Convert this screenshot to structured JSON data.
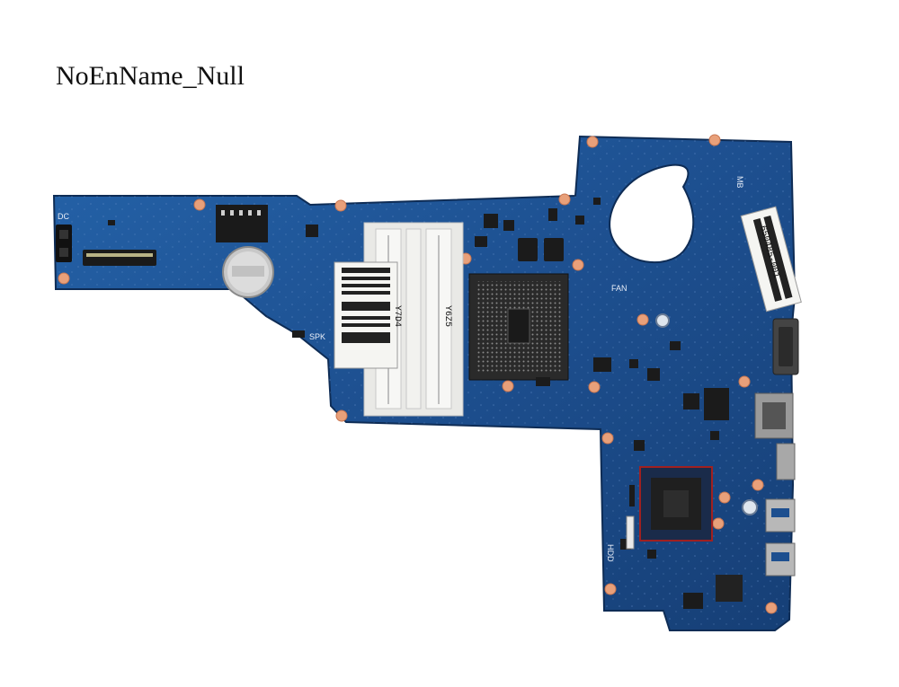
{
  "watermark": "NoEnName_Null",
  "silkscreen": {
    "dc": "DC",
    "spk": "SPK",
    "fan": "FAN",
    "hdd": "HDD",
    "mb": "MB"
  },
  "stickers": {
    "part_number": "650485-001",
    "memory_text_1": "Y7D4",
    "memory_text_2": "Y6Z5"
  },
  "colors": {
    "pcb": "#1d4f8f",
    "pcb_dark": "#153a6b",
    "slot": "#f4f4f2",
    "mount_pad": "#e8a07a"
  }
}
